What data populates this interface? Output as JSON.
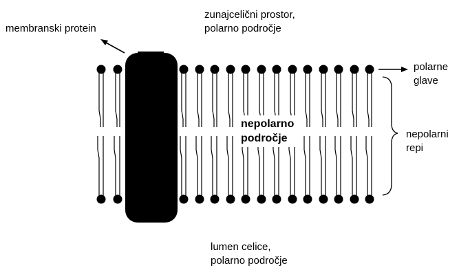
{
  "labels": {
    "membrane_protein": "membranski protein",
    "extracellular_line1": "zunajcelični prostor,",
    "extracellular_line2": "polarno področje",
    "polar_heads_line1": "polarne",
    "polar_heads_line2": "glave",
    "nonpolar_region_line1": "nepolarno",
    "nonpolar_region_line2": "področje",
    "nonpolar_tails_line1": "nepolarni",
    "nonpolar_tails_line2": "repi",
    "lumen_line1": "lumen celice,",
    "lumen_line2": "polarno področje"
  },
  "colors": {
    "ink": "#000000",
    "background": "#ffffff"
  }
}
